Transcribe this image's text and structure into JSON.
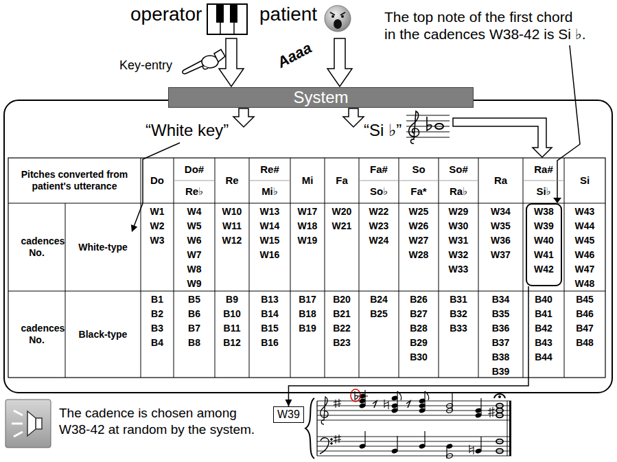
{
  "diagram": {
    "nodes": [
      {
        "text": [
          "System"
        ]
      },
      {
        "text": [
          "“White key”",
          "“Si ♭”"
        ]
      },
      {
        "text": [
          "W38",
          "W39",
          "W40",
          "W41",
          "W42"
        ],
        "in": 1
      },
      {
        "text": [
          "W39"
        ]
      }
    ],
    "edges": [
      {
        "from": 2,
        "to": 3,
        "arrow": "to"
      }
    ],
    "labels": [
      "operator",
      "patient",
      "The top note of the first chord in the cadences W38-42 is Si ♭.",
      "Key-entry",
      "Aaaa",
      "Pitches converted from patient's utterance",
      "Do",
      "Do#",
      "Re♭",
      "Re",
      "Re#",
      "Mi♭",
      "Mi",
      "Fa",
      "Fa#",
      "So♭",
      "So",
      "Fa*",
      "So#",
      "Ra♭",
      "Ra",
      "Ra#",
      "Si♭",
      "Si",
      "cadences No.",
      "White-type",
      "W1",
      "W2",
      "W3",
      "W4",
      "W5",
      "W6",
      "W7",
      "W8",
      "W9",
      "W10",
      "W11",
      "W12",
      "W13",
      "W14",
      "W15",
      "W16",
      "W17",
      "W18",
      "W19",
      "W20",
      "W21",
      "W22",
      "W23",
      "W24",
      "W25",
      "W26",
      "W27",
      "W28",
      "W29",
      "W30",
      "W31",
      "W32",
      "W33",
      "W34",
      "W35",
      "W36",
      "W37",
      "W43",
      "W44",
      "W45",
      "W46",
      "W47",
      "W48",
      "cadences No.",
      "Black-type",
      "B1",
      "B2",
      "B3",
      "B4",
      "B5",
      "B6",
      "B7",
      "B8",
      "B9",
      "B10",
      "B11",
      "B12",
      "B13",
      "B14",
      "B15",
      "B16",
      "B17",
      "B18",
      "B19",
      "B20",
      "B21",
      "B22",
      "B23",
      "B24",
      "B25",
      "B26",
      "B27",
      "B28",
      "B29",
      "B30",
      "B31",
      "B32",
      "B33",
      "B34",
      "B35",
      "B36",
      "B37",
      "B38",
      "B39",
      "B40",
      "B41",
      "B42",
      "B43",
      "B44",
      "B45",
      "B46",
      "B47",
      "B48",
      "The cadence is chosen among W38-42 at random by the system."
    ]
  }
}
